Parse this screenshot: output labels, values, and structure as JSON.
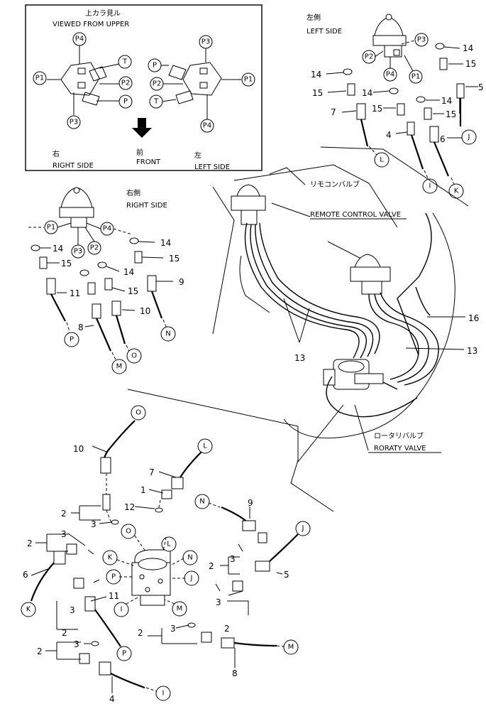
{
  "inset": {
    "title_jp": "上カラ見ル",
    "title_en": "VIEWED FROM UPPER",
    "right_jp": "右",
    "right_en": "RIGHT SIDE",
    "front_jp": "前",
    "front_en": "FRONT",
    "left_jp": "左",
    "left_en": "LEFT SIDE",
    "ports_right": [
      "P1",
      "P2",
      "P3",
      "P4",
      "T",
      "P"
    ],
    "ports_left": [
      "P1",
      "P2",
      "P3",
      "P4",
      "T",
      "P"
    ]
  },
  "left_side": {
    "label_jp": "左側",
    "label_en": "LEFT SIDE",
    "ports": [
      "P3",
      "P2",
      "P4",
      "P1"
    ],
    "parts": [
      "14",
      "15",
      "14",
      "15",
      "14",
      "14",
      "5",
      "7",
      "15",
      "15",
      "4",
      "6"
    ],
    "connectors": [
      "L",
      "I",
      "K",
      "J"
    ]
  },
  "right_side": {
    "label_jp": "右側",
    "label_en": "RIGHT SIDE",
    "ports": [
      "P1",
      "P4",
      "P3",
      "P2"
    ],
    "parts": [
      "14",
      "14",
      "15",
      "15",
      "14",
      "15",
      "9",
      "11",
      "10",
      "8"
    ],
    "connectors": [
      "P",
      "N",
      "O",
      "M"
    ]
  },
  "main": {
    "remote_valve_jp": "リモコンバルブ",
    "remote_valve_en": "REMOTE CONTROL VALVE",
    "rotary_valve_jp": "ロータリバルブ",
    "rotary_valve_en": "RORATY VALVE",
    "callouts": [
      "16",
      "13",
      "13"
    ]
  },
  "bottom": {
    "connectors": [
      "O",
      "L",
      "N",
      "J",
      "K",
      "P",
      "M",
      "I",
      "P",
      "I",
      "M",
      "O",
      "L",
      "K",
      "N",
      "J"
    ],
    "parts": [
      "10",
      "7",
      "1",
      "12",
      "9",
      "2",
      "3",
      "2",
      "3",
      "6",
      "2",
      "3",
      "5",
      "11",
      "3",
      "2",
      "3",
      "2",
      "3",
      "2",
      "2",
      "3",
      "4",
      "8"
    ]
  }
}
